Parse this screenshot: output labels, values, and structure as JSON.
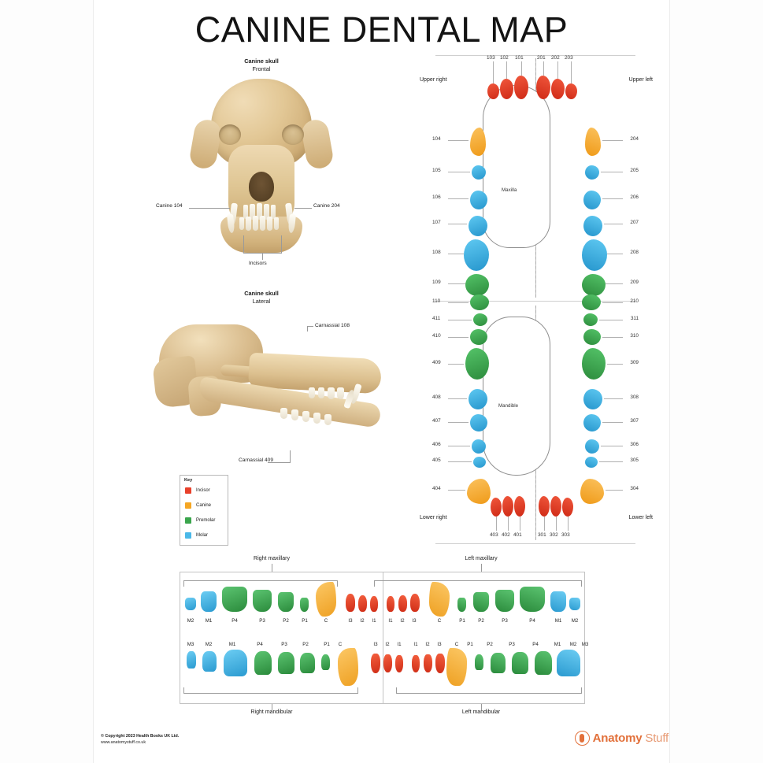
{
  "title": "CANINE DENTAL MAP",
  "figures": {
    "frontal": {
      "name": "Canine skull",
      "view": "Frontal",
      "annotations": {
        "left_canine": "Canine 104",
        "right_canine": "Canine 204",
        "incisors": "Incisors"
      }
    },
    "lateral": {
      "name": "Canine skull",
      "view": "Lateral",
      "annotations": {
        "upper_carnassial": "Carnassial 108",
        "lower_carnassial": "Carnassial 409"
      }
    }
  },
  "key": {
    "title": "Key",
    "items": [
      {
        "label": "Incisor",
        "color": "#e8402a"
      },
      {
        "label": "Canine",
        "color": "#f5a623"
      },
      {
        "label": "Premolar",
        "color": "#3aa54c"
      },
      {
        "label": "Molar",
        "color": "#4ab8e8"
      }
    ]
  },
  "arch": {
    "maxilla_label": "Maxilla",
    "mandible_label": "Mandible",
    "upper_right": "Upper right",
    "upper_left": "Upper left",
    "lower_right": "Lower right",
    "lower_left": "Lower left",
    "upper_incisor_codes": [
      "103",
      "102",
      "101",
      "201",
      "202",
      "203"
    ],
    "lower_incisor_codes": [
      "403",
      "402",
      "401",
      "301",
      "302",
      "303"
    ],
    "upper_right_codes": [
      "104",
      "105",
      "106",
      "107",
      "108",
      "109",
      "110"
    ],
    "upper_left_codes": [
      "204",
      "205",
      "206",
      "207",
      "208",
      "209",
      "210"
    ],
    "lower_right_codes": [
      "411",
      "410",
      "409",
      "408",
      "407",
      "406",
      "405",
      "404"
    ],
    "lower_left_codes": [
      "311",
      "310",
      "309",
      "308",
      "307",
      "306",
      "305",
      "304"
    ],
    "upper_types": [
      "canine",
      "premolar",
      "premolar",
      "premolar",
      "premolar",
      "molar",
      "molar"
    ],
    "lower_types": [
      "molar",
      "molar",
      "molar",
      "premolar",
      "premolar",
      "premolar",
      "premolar",
      "canine"
    ]
  },
  "rows": {
    "maxillary_right_caption": "Right maxillary",
    "maxillary_left_caption": "Left maxillary",
    "mandibular_right_caption": "Right mandibular",
    "mandibular_left_caption": "Left mandibular",
    "maxillary_right": [
      "M2",
      "M1",
      "P4",
      "P3",
      "P2",
      "P1",
      "C"
    ],
    "maxillary_incisors_right": [
      "I3",
      "I2",
      "I1"
    ],
    "maxillary_incisors_left": [
      "I1",
      "I2",
      "I3"
    ],
    "maxillary_left": [
      "C",
      "P1",
      "P2",
      "P3",
      "P4",
      "M1",
      "M2"
    ],
    "mandibular_right": [
      "M3",
      "M2",
      "M1",
      "P4",
      "P3",
      "P2",
      "P1",
      "C"
    ],
    "mandibular_incisors_right": [
      "I3",
      "I2",
      "I1"
    ],
    "mandibular_incisors_left": [
      "I1",
      "I2",
      "I3"
    ],
    "mandibular_left": [
      "C",
      "P1",
      "P2",
      "P3",
      "P4",
      "M1",
      "M2",
      "M3"
    ]
  },
  "footer": {
    "copyright": "© Copyright 2023 Health Books UK Ltd.",
    "website": "www.anatomystuff.co.uk",
    "brand_primary": "Anatomy",
    "brand_secondary": "Stuff"
  }
}
